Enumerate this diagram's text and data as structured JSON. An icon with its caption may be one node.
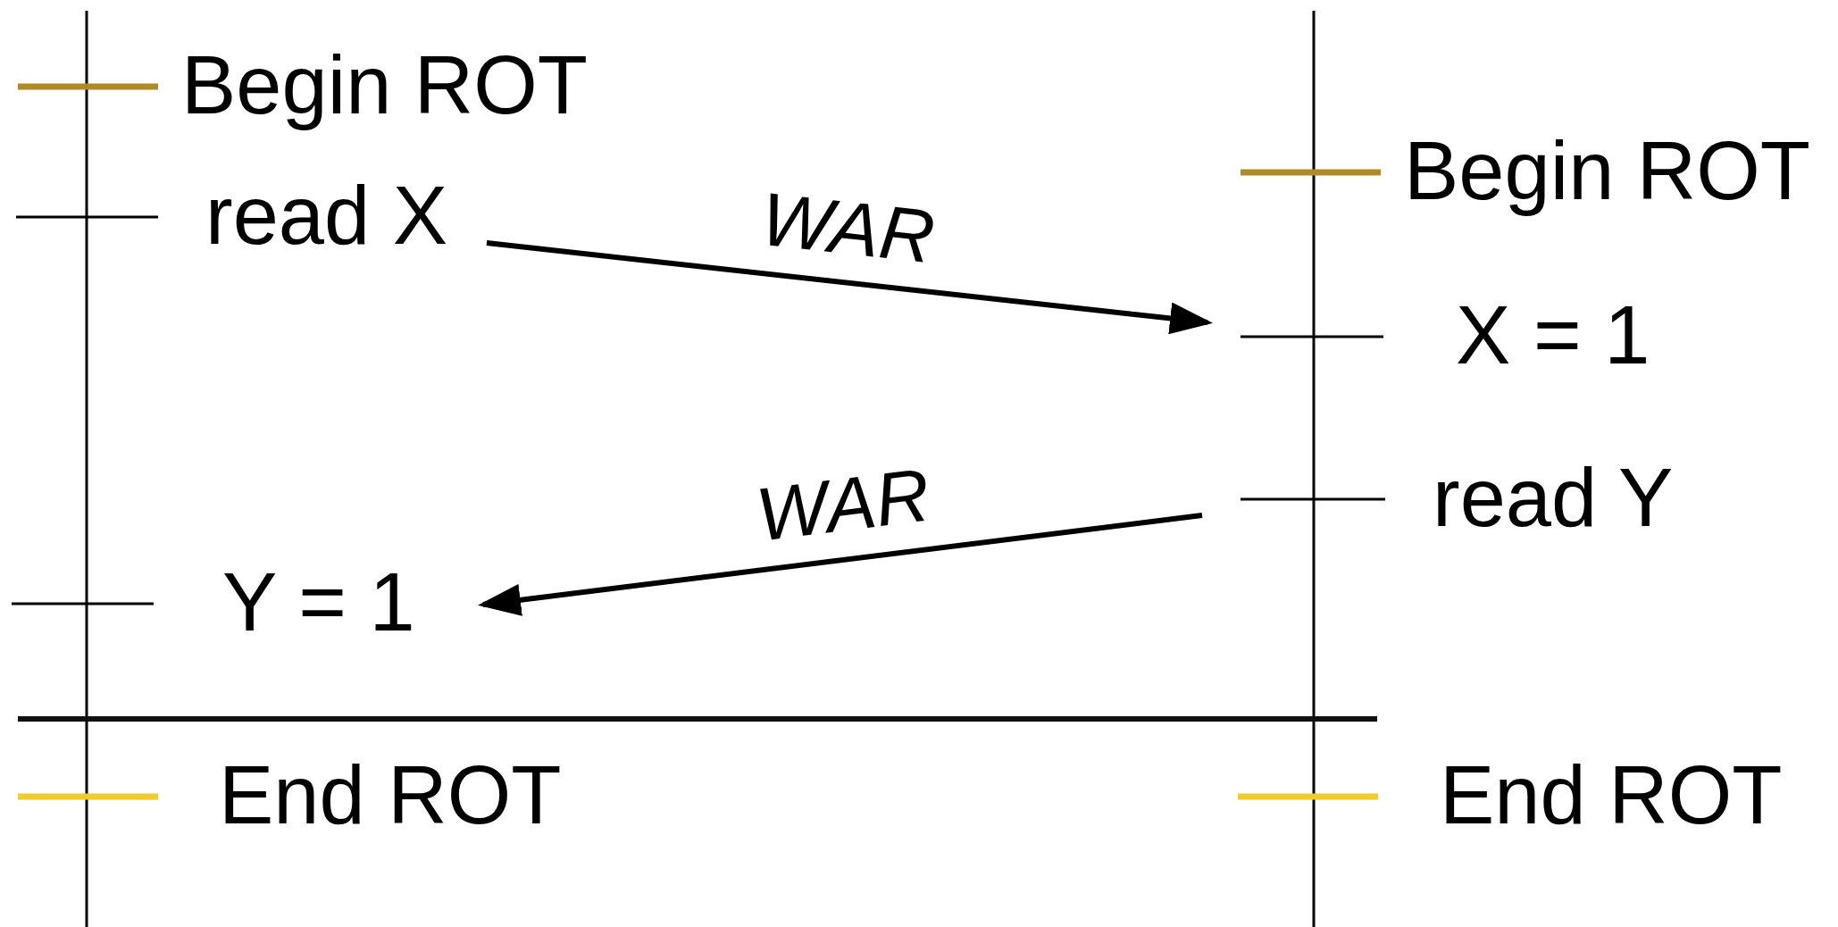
{
  "diagram": {
    "nodes": [
      {
        "text": [
          "Begin ROT"
        ]
      },
      {
        "text": [
          "Begin ROT"
        ]
      },
      {
        "text": [
          "read X"
        ]
      },
      {
        "text": [
          "X = 1"
        ]
      },
      {
        "text": [
          "read Y"
        ]
      },
      {
        "text": [
          "Y = 1"
        ]
      },
      {
        "text": [
          "End ROT"
        ]
      },
      {
        "text": [
          "End ROT"
        ]
      }
    ],
    "edges": [
      {
        "from": 2,
        "to": 3,
        "arrow": "to",
        "label": "WAR"
      },
      {
        "from": 4,
        "to": 5,
        "arrow": "to",
        "label": "WAR"
      }
    ]
  }
}
